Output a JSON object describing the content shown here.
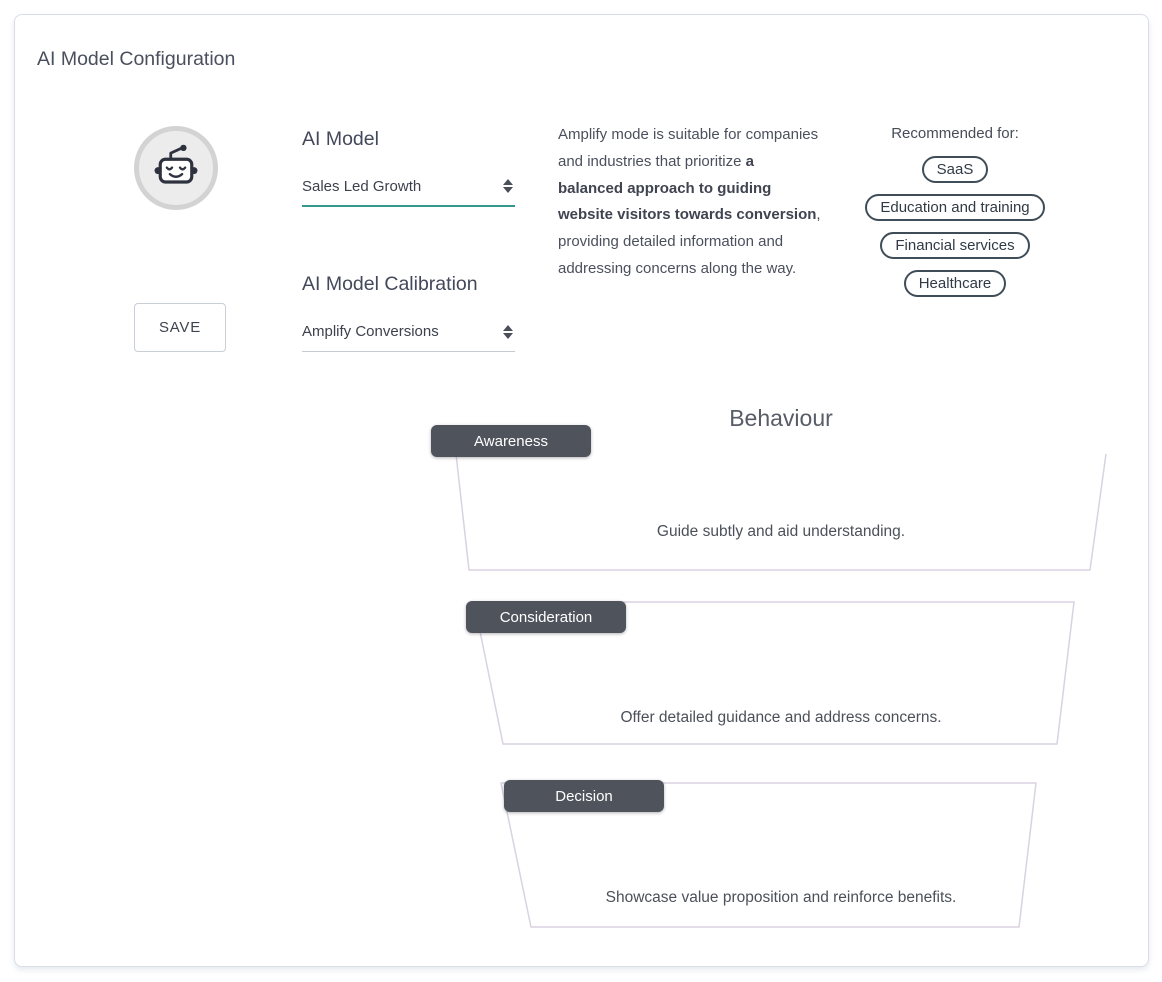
{
  "header": {
    "title": "AI Model Configuration"
  },
  "config": {
    "save_label": "SAVE",
    "ai_model": {
      "label": "AI Model",
      "value": "Sales Led Growth"
    },
    "calibration": {
      "label": "AI Model Calibration",
      "value": "Amplify Conversions"
    },
    "description": {
      "part1": "Amplify mode is suitable for companies and industries that prioritize ",
      "bold": "a balanced approach to guiding website visitors towards conversion",
      "part2": ", providing detailed information and addressing concerns along the way."
    },
    "recommended": {
      "label": "Recommended for:",
      "pills": [
        "SaaS",
        "Education and training",
        "Financial services",
        "Healthcare"
      ]
    }
  },
  "behaviour": {
    "title": "Behaviour",
    "stages": [
      {
        "label": "Awareness",
        "description": "Guide subtly and aid understanding."
      },
      {
        "label": "Consideration",
        "description": "Offer detailed guidance and address concerns."
      },
      {
        "label": "Decision",
        "description": "Showcase value proposition and reinforce benefits."
      }
    ]
  },
  "colors": {
    "accent_teal": "#34998a",
    "stage_tag_bg": "#4f535c",
    "funnel_border": "#d9d2e0",
    "pill_border": "#3f4d58"
  }
}
